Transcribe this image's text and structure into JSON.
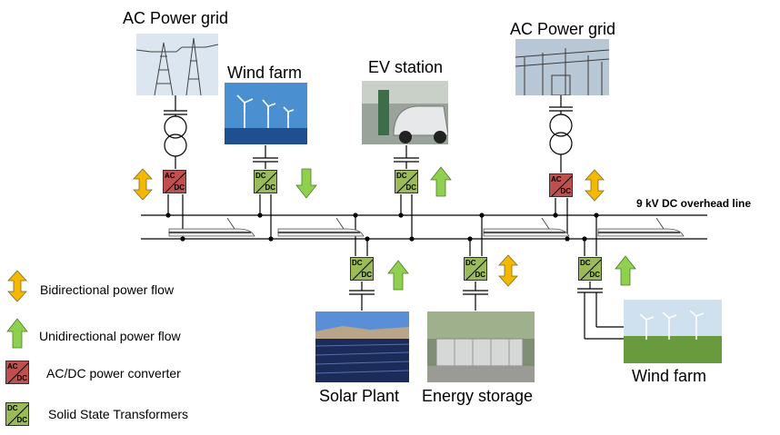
{
  "labels": {
    "ac_grid_left": "AC Power grid",
    "ac_grid_right": "AC Power grid",
    "wind_farm_top": "Wind farm",
    "ev_station": "EV station",
    "dc_line": "9 kV DC overhead line",
    "solar_plant": "Solar Plant",
    "energy_storage": "Energy storage",
    "wind_farm_bottom": "Wind farm"
  },
  "converters": {
    "ac_a": "AC",
    "ac_b": "DC",
    "dc_a": "DC",
    "dc_b": "DC"
  },
  "legend": {
    "bidirectional": "Bidirectional power flow",
    "unidirectional": "Unidirectional power flow",
    "acdc": "AC/DC power converter",
    "sst": "Solid State Transformers"
  },
  "colors": {
    "ac_converter": "#c0504d",
    "dc_converter": "#9bbb59",
    "bidirectional_arrow": "#f5b800",
    "unidirectional_arrow": "#8fd14f"
  }
}
